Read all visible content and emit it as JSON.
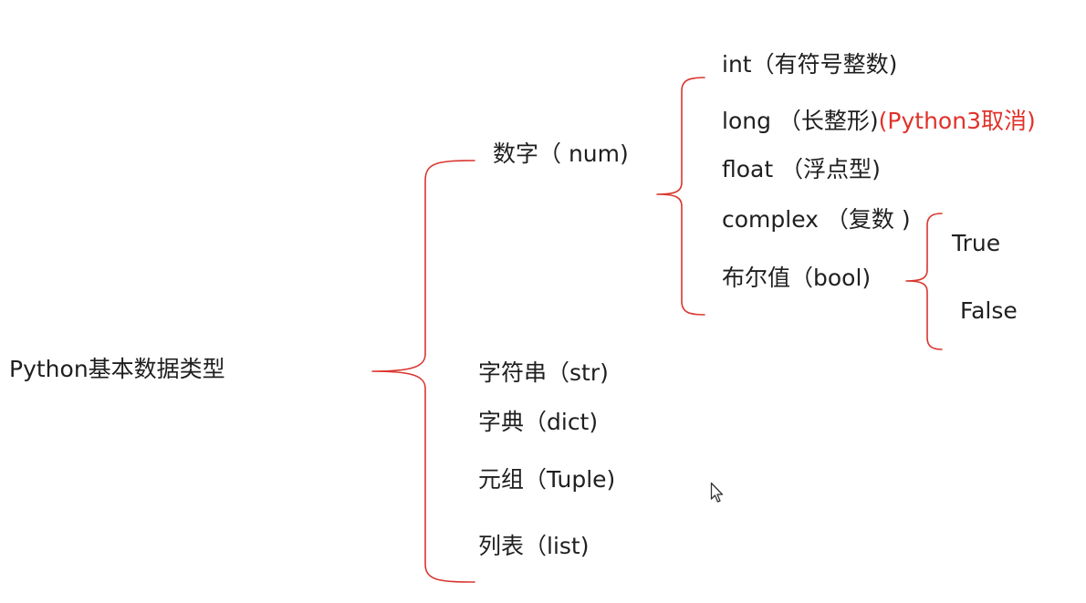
{
  "colors": {
    "bracket": "#d9362f",
    "text": "#1f1f1f",
    "highlight": "#e0322a",
    "background": "#ffffff"
  },
  "root": {
    "label": "Python基本数据类型"
  },
  "types": {
    "num": {
      "label": "数字（ num)",
      "children": {
        "int": "int（有符号整数)",
        "long": "long （长整形)",
        "long_note": "(Python3取消)",
        "float": "float （浮点型)",
        "complex": "complex （复数 )",
        "bool": "布尔值（bool)"
      },
      "bool_values": {
        "true": "True",
        "false": "False"
      }
    },
    "str": "字符串（str)",
    "dict": "字典（dict)",
    "tuple": "元组（Tuple)",
    "list": "列表（list)"
  },
  "cursor_icon": "mouse-pointer-icon"
}
